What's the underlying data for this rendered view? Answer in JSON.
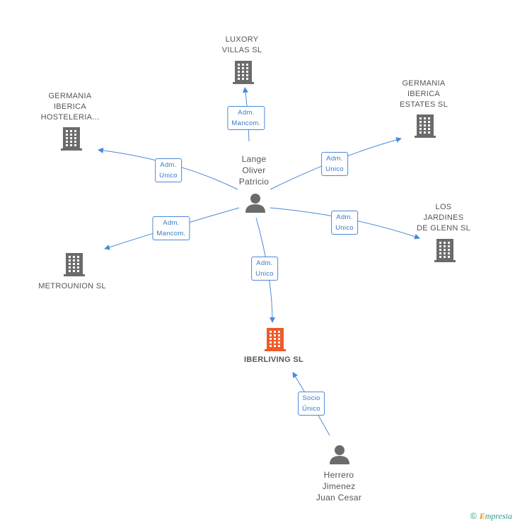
{
  "nodes": {
    "luxory": {
      "lines": [
        "LUXORY",
        "VILLAS SL"
      ],
      "type": "company"
    },
    "germania_hosteleria": {
      "lines": [
        "GERMANIA",
        "IBERICA",
        "HOSTELERIA..."
      ],
      "type": "company"
    },
    "germania_estates": {
      "lines": [
        "GERMANIA",
        "IBERICA",
        "ESTATES SL"
      ],
      "type": "company"
    },
    "los_jardines": {
      "lines": [
        "LOS",
        "JARDINES",
        "DE GLENN SL"
      ],
      "type": "company"
    },
    "metrounion": {
      "lines": [
        "METROUNION SL"
      ],
      "type": "company"
    },
    "iberliving": {
      "lines": [
        "IBERLIVING SL"
      ],
      "type": "company-main"
    },
    "lange": {
      "lines": [
        "Lange",
        "Oliver",
        "Patricio"
      ],
      "type": "person"
    },
    "herrero": {
      "lines": [
        "Herrero",
        "Jimenez",
        "Juan Cesar"
      ],
      "type": "person"
    }
  },
  "relations": {
    "r_luxory": [
      "Adm.",
      "Mancom."
    ],
    "r_hosteleria": [
      "Adm.",
      "Unico"
    ],
    "r_estates": [
      "Adm.",
      "Unico"
    ],
    "r_jardines": [
      "Adm.",
      "Unico"
    ],
    "r_metrounion": [
      "Adm.",
      "Mancom."
    ],
    "r_iberliving": [
      "Adm.",
      "Unico"
    ],
    "r_socio": [
      "Socio",
      "Único"
    ]
  },
  "colors": {
    "edge": "#4a8ad8",
    "company_icon": "#6b6b6b",
    "main_icon": "#f05a28",
    "person_icon": "#6b6b6b"
  },
  "footer": {
    "copyright": "©",
    "brand_first": "E",
    "brand_rest": "mpresia"
  }
}
